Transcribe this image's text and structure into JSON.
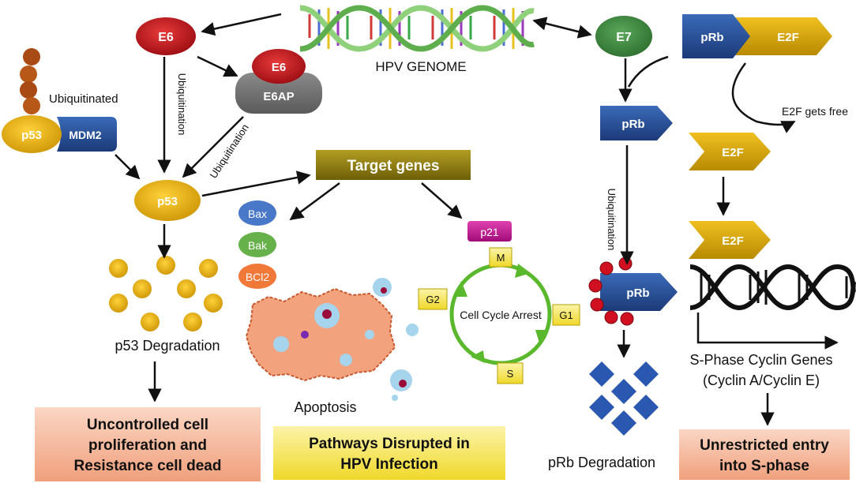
{
  "genome": {
    "label": "HPV GENOME"
  },
  "left": {
    "e6": "E6",
    "e6_complex": "E6",
    "e6ap": "E6AP",
    "ubiquitinated_label": "Ubiquitinated",
    "p53_mdm2": "p53",
    "mdm2": "MDM2",
    "ubiquitination_a": "Ubiquitination",
    "ubiquitination_b": "Ubiquitination",
    "p53": "p53",
    "degradation_label": "p53 Degradation",
    "outcome": {
      "line1": "Uncontrolled cell",
      "line2": "proliferation and",
      "line3": "Resistance cell dead"
    }
  },
  "middle": {
    "target_genes": "Target genes",
    "bax": "Bax",
    "bak": "Bak",
    "bcl2": "BCl2",
    "apoptosis": "Apoptosis",
    "p21": "p21",
    "cell_cycle_arrest": "Cell Cycle Arrest",
    "phase_m": "M",
    "phase_g1": "G1",
    "phase_s": "S",
    "phase_g2": "G2",
    "footer": {
      "line1": "Pathways Disrupted in",
      "line2": "HPV Infection"
    }
  },
  "right": {
    "e7": "E7",
    "prb_top": "pRb",
    "e2f_top": "E2F",
    "e2f_free_label": "E2F gets free",
    "prb_mid": "pRb",
    "ubiquitination": "Ubiquitination",
    "prb_ubiq": "pRb",
    "prb_degradation": "pRb Degradation",
    "e2f_mid": "E2F",
    "e2f_low": "E2F",
    "cyclin_line1": "S-Phase Cyclin Genes",
    "cyclin_line2": "(Cyclin A/Cyclin E)",
    "outcome": {
      "line1": "Unrestricted entry",
      "line2": "into S-phase"
    }
  },
  "colors": {
    "e6_red": "#c8101a",
    "gold": "#e2ae14",
    "navy": "#2a5090",
    "olive": "#8a7a10",
    "green": "#66b14a",
    "orange": "#f0a07c",
    "blue_bubble": "#4a78c8",
    "yellow_box": "#f4ec4c",
    "magenta": "#c0168c",
    "e7_green": "#3f8a3e"
  }
}
